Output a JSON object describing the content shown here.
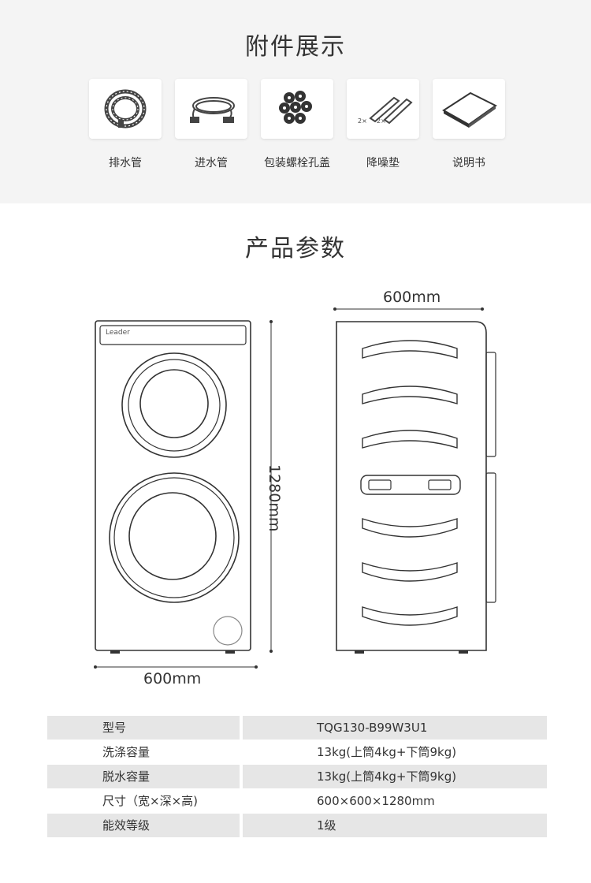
{
  "accessories": {
    "title": "附件展示",
    "items": [
      {
        "label": "排水管",
        "icon": "drain-hose-icon"
      },
      {
        "label": "进水管",
        "icon": "inlet-hose-icon"
      },
      {
        "label": "包装螺栓孔盖",
        "icon": "bolt-hole-cover-icon"
      },
      {
        "label": "降噪垫",
        "icon": "noise-pad-icon"
      },
      {
        "label": "说明书",
        "icon": "manual-icon"
      }
    ]
  },
  "params": {
    "title": "产品参数",
    "brand": "Leader",
    "front_width": "600mm",
    "height": "1280mm",
    "side_depth": "600mm"
  },
  "specs": [
    {
      "key": "型号",
      "value": "TQG130-B99W3U1"
    },
    {
      "key": "洗涤容量",
      "value": "13kg(上筒4kg+下筒9kg)"
    },
    {
      "key": "脱水容量",
      "value": "13kg(上筒4kg+下筒9kg)"
    },
    {
      "key": "尺寸（宽×深×高)",
      "value": "600×600×1280mm"
    },
    {
      "key": "能效等级",
      "value": "1级"
    }
  ]
}
